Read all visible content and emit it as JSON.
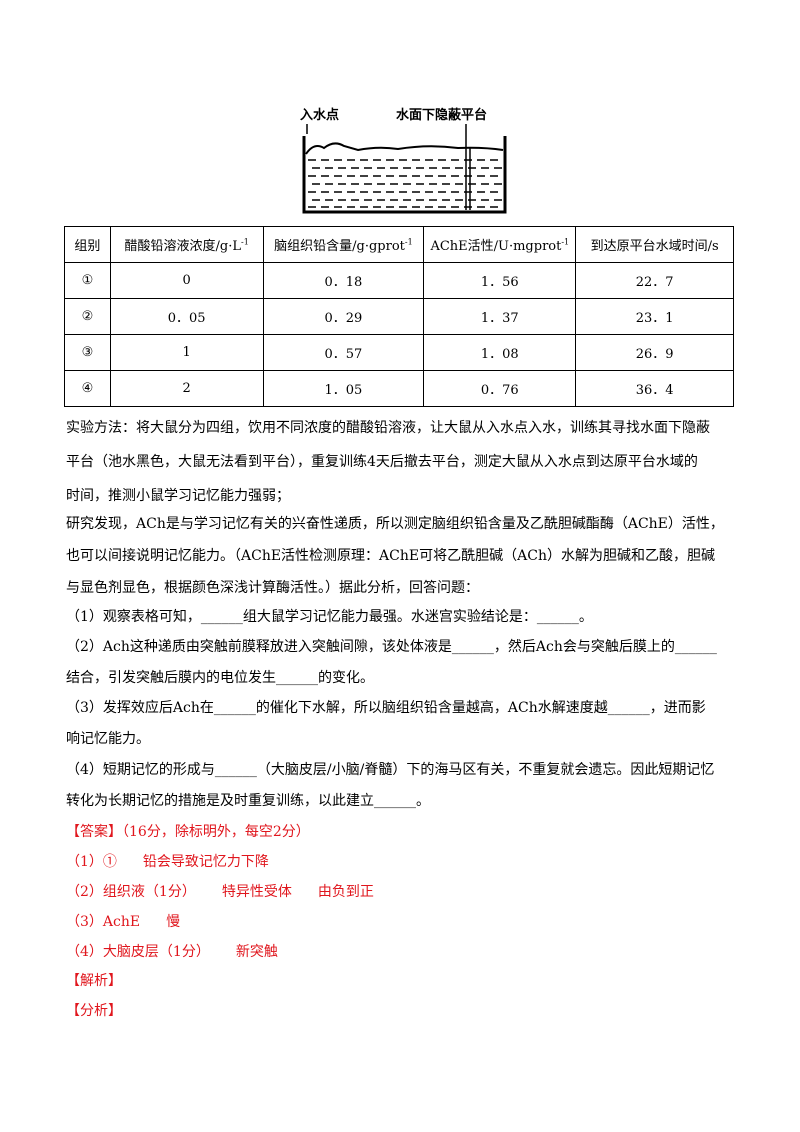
{
  "figure": {
    "label_entry": "入水点",
    "label_platform": "水面下隐蔽平台"
  },
  "table": {
    "headers": [
      "组别",
      "醋酸铅溶液浓度/g·L",
      "脑组织铅含量/g·gprot",
      "AChE活性/U·mgprot",
      "到达原平台水域时间/s"
    ],
    "header_sups": [
      "",
      "-1",
      "-1",
      "-1",
      ""
    ],
    "rows": [
      [
        "①",
        "0",
        "0．18",
        "1．56",
        "22．7"
      ],
      [
        "②",
        "0．05",
        "0．29",
        "1．37",
        "23．1"
      ],
      [
        "③",
        "1",
        "0．57",
        "1．08",
        "26．9"
      ],
      [
        "④",
        "2",
        "1．05",
        "0．76",
        "36．4"
      ]
    ]
  },
  "paragraphs": {
    "method_1": "实验方法：将大鼠分为四组，饮用不同浓度的醋酸铅溶液，让大鼠从入水点入水，训练其寻找水面下隐蔽",
    "method_2": "平台（池水黑色，大鼠无法看到平台），重复训练4天后撤去平台，测定大鼠从入水点到达原平台水域的",
    "method_3": "时间，推测小鼠学习记忆能力强弱；",
    "research_1": "研究发现，ACh是与学习记忆有关的兴奋性递质，所以测定脑组织铅含量及乙酰胆碱酯酶（AChE）活性，",
    "research_2": "也可以间接说明记忆能力。（AChE活性检测原理：AChE可将乙酰胆碱（ACh）水解为胆碱和乙酸，胆碱",
    "research_3": "与显色剂显色，根据颜色深浅计算酶活性。）据此分析，回答问题：",
    "q1": "（1）观察表格可知，______组大鼠学习记忆能力最强。水迷宫实验结论是：______。",
    "q2_1": "（2）Ach这种递质由突触前膜释放进入突触间隙，该处体液是______，然后Ach会与突触后膜上的______",
    "q2_2": "结合，引发突触后膜内的电位发生______的变化。",
    "q3_1": "（3）发挥效应后Ach在______的催化下水解，所以脑组织铅含量越高，ACh水解速度越______，进而影",
    "q3_2": "响记忆能力。",
    "q4_1": "（4）短期记忆的形成与______（大脑皮层/小脑/脊髓）下的海马区有关，不重复就会遗忘。因此短期记忆",
    "q4_2": "转化为长期记忆的措施是及时重复训练，以此建立______。"
  },
  "answer": {
    "heading": "【答案】",
    "note": "（16分，除标明外，每空2分）",
    "a1_num": "（1）①",
    "a1_b": "铅会导致记忆力下降",
    "a2_a": "（2）组织液（1分）",
    "a2_b": "特异性受体",
    "a2_c": "由负到正",
    "a3_a": "（3）AchE",
    "a3_b": "慢",
    "a4_a": "（4）大脑皮层（1分）",
    "a4_b": "新突触",
    "analysis": "【解析】",
    "fenxi": "【分析】"
  },
  "colors": {
    "answer_red": "#e0161d",
    "text": "#000000"
  }
}
